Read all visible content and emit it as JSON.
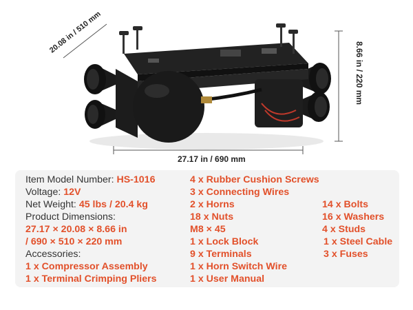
{
  "dimensions": {
    "depth": "20.08 in / 510 mm",
    "height": "8.66 in / 220 mm",
    "width": "27.17 in / 690 mm"
  },
  "specs": {
    "model_label": "Item Model Number: ",
    "model_value": "HS-1016",
    "voltage_label": "Voltage: ",
    "voltage_value": "12V",
    "weight_label": "Net Weight: ",
    "weight_value": "45 lbs / 20.4 kg",
    "dimensions_label": "Product Dimensions:",
    "dimensions_in": "27.17 × 20.08 × 8.66 in",
    "dimensions_mm": "/ 690 × 510 × 220 mm",
    "accessories_label": "Accessories:"
  },
  "accessories_col1": [
    "1 x Compressor Assembly",
    "1 x Terminal Crimping Pliers"
  ],
  "accessories_col2": [
    "4 x Rubber Cushion Screws",
    "3 x Connecting Wires",
    "2 x Horns",
    "18 x Nuts",
    "M8 × 45",
    "1 x Lock Block",
    "9 x Terminals",
    "1 x Horn Switch Wire",
    "1 x User Manual"
  ],
  "accessories_col3": [
    "14 x Bolts",
    "16 x Washers",
    "4 x Studs",
    "1 x Steel Cable",
    "3 x Fuses"
  ],
  "colors": {
    "accent": "#e2502a",
    "text": "#333333",
    "panel": "#f3f3f3"
  }
}
